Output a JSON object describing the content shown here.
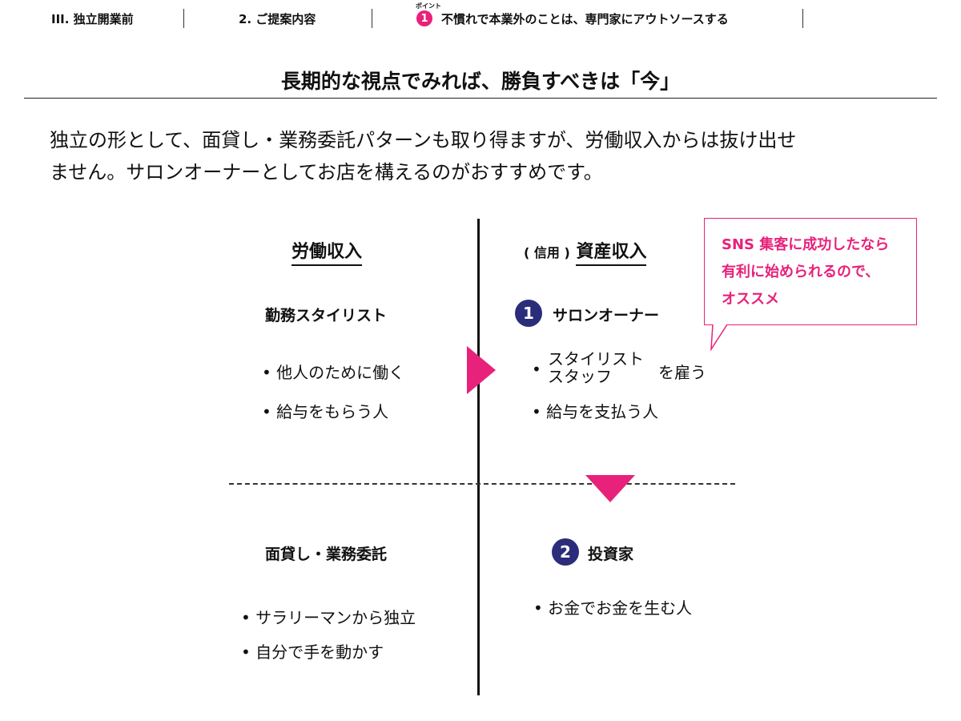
{
  "breadcrumb": {
    "item1": "III. 独立開業前",
    "item2": "2. ご提案内容",
    "point_ruby": "ポイント",
    "point_number": "1",
    "item3": "不慣れで本業外のことは、専門家にアウトソースする"
  },
  "section_title": "長期的な視点でみれば、勝負すべきは「今」",
  "intro": {
    "line1": "独立の形として、面貸し・業務委託パターンも取り得ますが、労働収入からは抜け出せ",
    "line2": "ません。サロンオーナーとしてお店を構えるのがおすすめです。"
  },
  "diagram": {
    "left_header": "労働収入",
    "right_header_prefix": "( 信用 )",
    "right_header": "資産収入",
    "q1": {
      "title": "勤務スタイリスト",
      "items": [
        "• 他人のために働く",
        "• 給与をもらう人"
      ]
    },
    "q2": {
      "number": "1",
      "title": "サロンオーナー",
      "bullet": "•",
      "stack_line1": "スタイリスト",
      "stack_line2": "スタッフ",
      "stack_suffix": "を雇う",
      "item2": "• 給与を支払う人"
    },
    "q3": {
      "title": "面貸し・業務委託",
      "items": [
        "• サラリーマンから独立",
        "• 自分で手を動かす"
      ]
    },
    "q4": {
      "number": "2",
      "title": "投資家",
      "item1": "• お金でお金を生む人"
    },
    "callout": {
      "line1": "SNS 集客に成功したなら",
      "line2": "有利に始められるので、",
      "line3": "オススメ"
    }
  },
  "colors": {
    "accent_pink": "#e8217a",
    "badge_navy": "#2b2d7a",
    "text": "#111111"
  }
}
